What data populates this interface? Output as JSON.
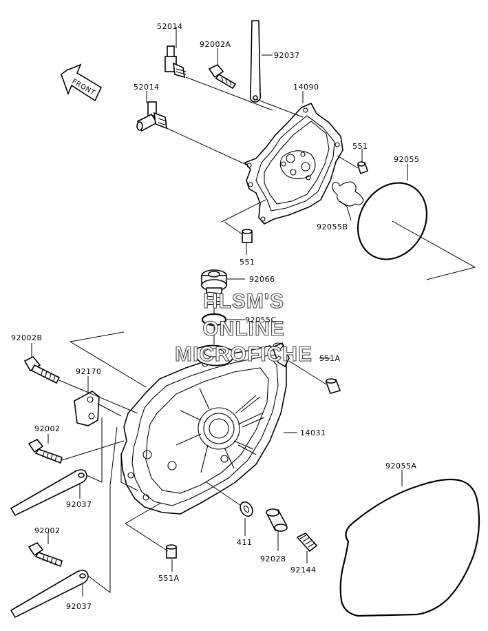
{
  "direction": "FRONT",
  "watermark": [
    "HLSM'S",
    "ONLINE",
    "MICROFICHE"
  ],
  "parts": {
    "p52014a": "52014",
    "p52014b": "52014",
    "p92002A": "92002A",
    "p92037top": "92037",
    "p14090": "14090",
    "p551right": "551",
    "p92055": "92055",
    "p92055B": "92055B",
    "p551bottom": "551",
    "p92066": "92066",
    "p92055C": "92055C",
    "p92002B": "92002B",
    "p551Atop": "551A",
    "p92170": "92170",
    "p14031": "14031",
    "p92002a": "92002",
    "p92055A": "92055A",
    "p92037mid": "92037",
    "p411": "411",
    "p92028": "92028",
    "p92144": "92144",
    "p92002b": "92002",
    "p551Abottom": "551A",
    "p92037bot": "92037"
  }
}
